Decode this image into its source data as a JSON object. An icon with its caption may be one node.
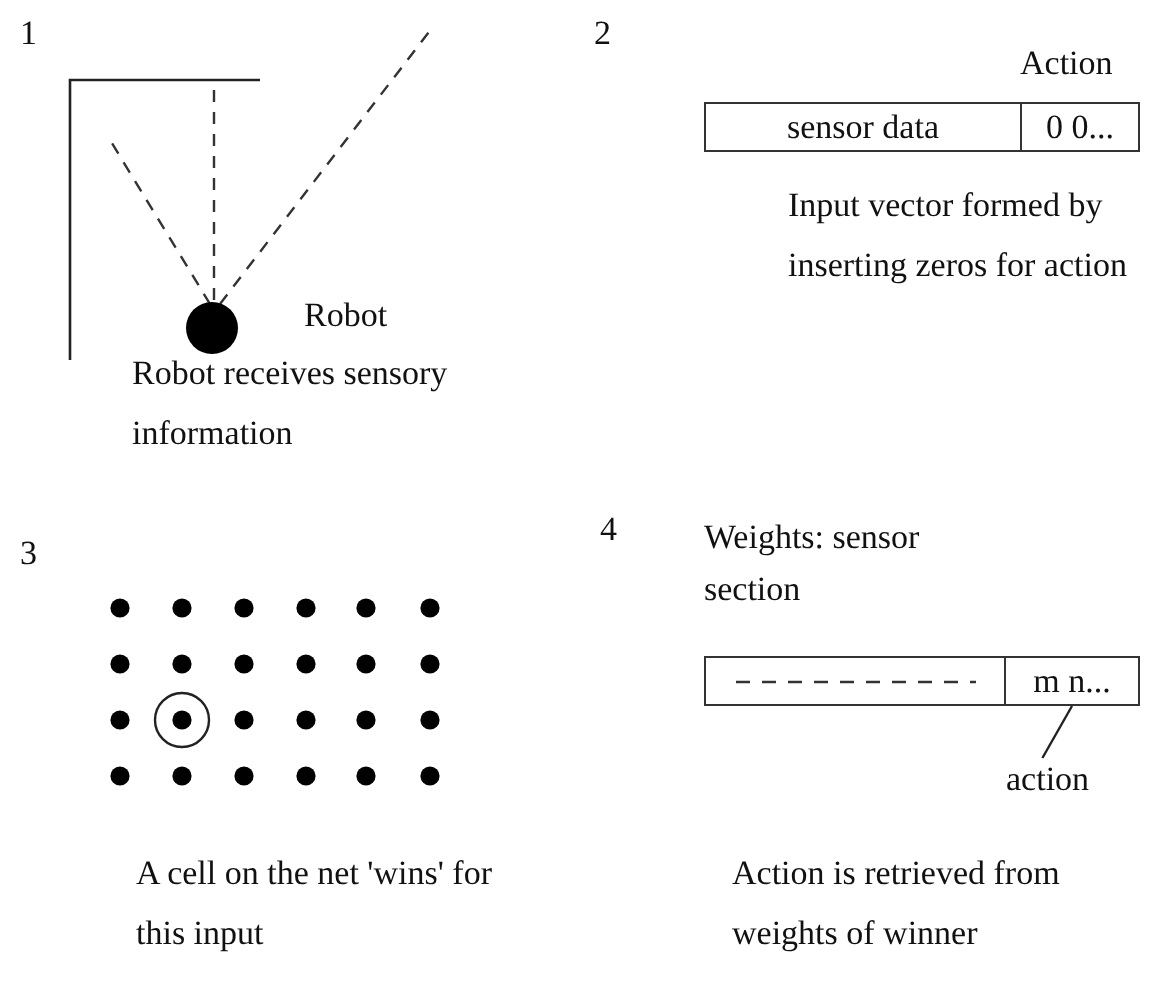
{
  "diagram": {
    "nodes": [
      {
        "text": [],
        "shape": "circle",
        "beside": [
          "Robot"
        ]
      },
      {
        "text": [
          "sensor data"
        ]
      },
      {
        "text": [
          "Action",
          "0 0..."
        ]
      },
      {
        "text": [
          "Weights: sensor section"
        ]
      },
      {
        "text": [
          "m n..."
        ]
      },
      {
        "text": [
          "action"
        ]
      }
    ],
    "edges": [
      {
        "from": 5,
        "to": 4,
        "arrow": "none"
      }
    ],
    "labels": [
      "1",
      "Robot receives sensory information",
      "2",
      "Input vector formed by inserting zeros for action",
      "3",
      "A cell on the net 'wins' for this input",
      "4",
      "Action is retrieved from weights of winner"
    ]
  }
}
